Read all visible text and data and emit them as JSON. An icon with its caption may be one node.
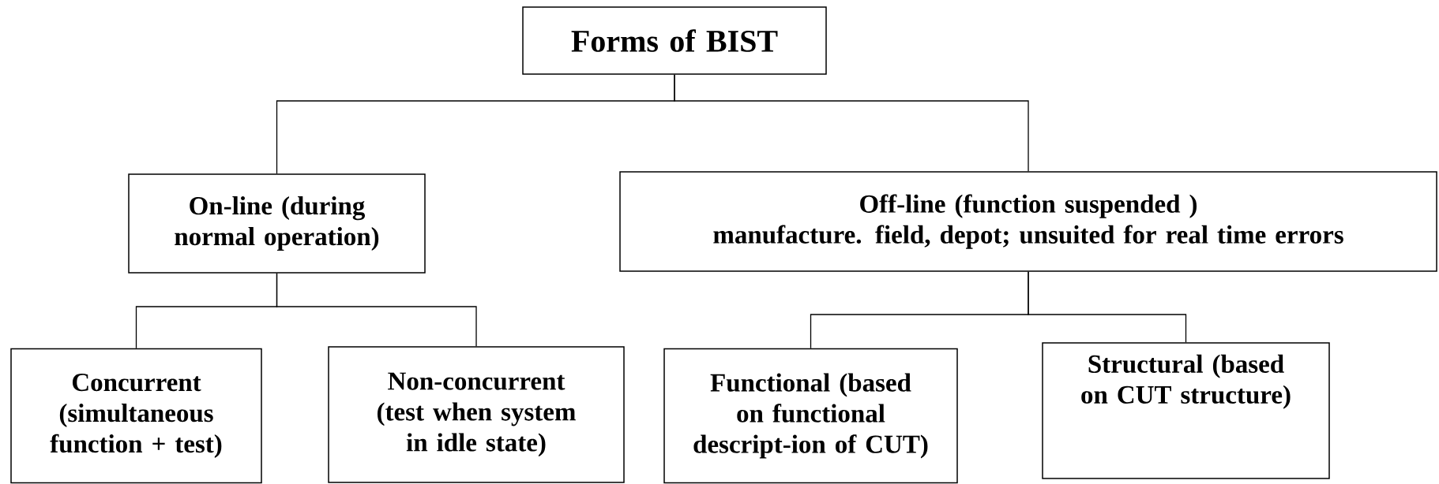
{
  "diagram": {
    "nodes": [
      {
        "text": [
          "Forms of BIST"
        ]
      },
      {
        "text": [
          "On-line (during normal operation)"
        ]
      },
      {
        "text": [
          "Off-line (function suspended )",
          "manufacture. field, depot; unsuited for real time errors"
        ]
      },
      {
        "text": [
          "Concurrent (simultaneous function + test)"
        ]
      },
      {
        "text": [
          "Non-concurrent (test when system in idle state)"
        ]
      },
      {
        "text": [
          "Functional (based on functional descript-ion of CUT)"
        ]
      },
      {
        "text": [
          "Structural (based on CUT structure)"
        ]
      }
    ],
    "edges": [
      {
        "from": 0,
        "to": 1,
        "arrow": "none"
      },
      {
        "from": 0,
        "to": 2,
        "arrow": "none"
      },
      {
        "from": 1,
        "to": 3,
        "arrow": "none"
      },
      {
        "from": 1,
        "to": 4,
        "arrow": "none"
      },
      {
        "from": 2,
        "to": 5,
        "arrow": "none"
      },
      {
        "from": 2,
        "to": 6,
        "arrow": "none"
      }
    ]
  }
}
